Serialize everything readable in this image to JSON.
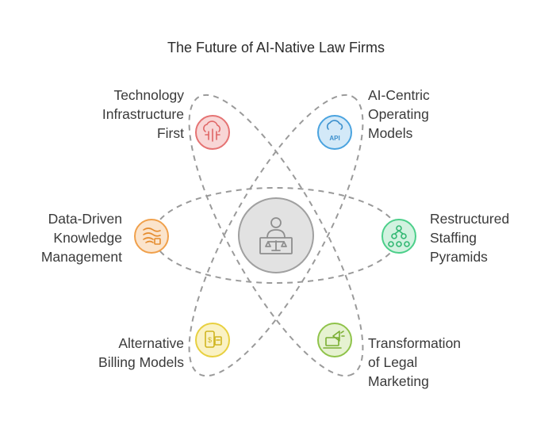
{
  "title": "The Future of AI-Native Law Firms",
  "center": {
    "icon": "lawyer-at-desk-with-scales-icon",
    "color": "#9e9e9e"
  },
  "nodes": [
    {
      "id": "tech",
      "lines": [
        "Technology",
        "Infrastructure",
        "First"
      ],
      "icon": "cloud-circuit-icon",
      "color": "#e57373"
    },
    {
      "id": "ai",
      "lines": [
        "AI-Centric",
        "Operating",
        "Models"
      ],
      "icon": "cloud-api-icon",
      "color": "#4aa3df"
    },
    {
      "id": "data",
      "lines": [
        "Data-Driven",
        "Knowledge",
        "Management"
      ],
      "icon": "data-streams-icon",
      "color": "#f0a04b"
    },
    {
      "id": "staff",
      "lines": [
        "Restructured",
        "Staffing",
        "Pyramids"
      ],
      "icon": "org-pyramid-icon",
      "color": "#4ccf8a"
    },
    {
      "id": "billing",
      "lines": [
        "Alternative",
        "Billing Models"
      ],
      "icon": "payment-terminal-icon",
      "color": "#e8d040"
    },
    {
      "id": "marketing",
      "lines": [
        "Transformation",
        "of Legal",
        "Marketing"
      ],
      "icon": "megaphone-laptop-icon",
      "color": "#8fc34a"
    }
  ]
}
